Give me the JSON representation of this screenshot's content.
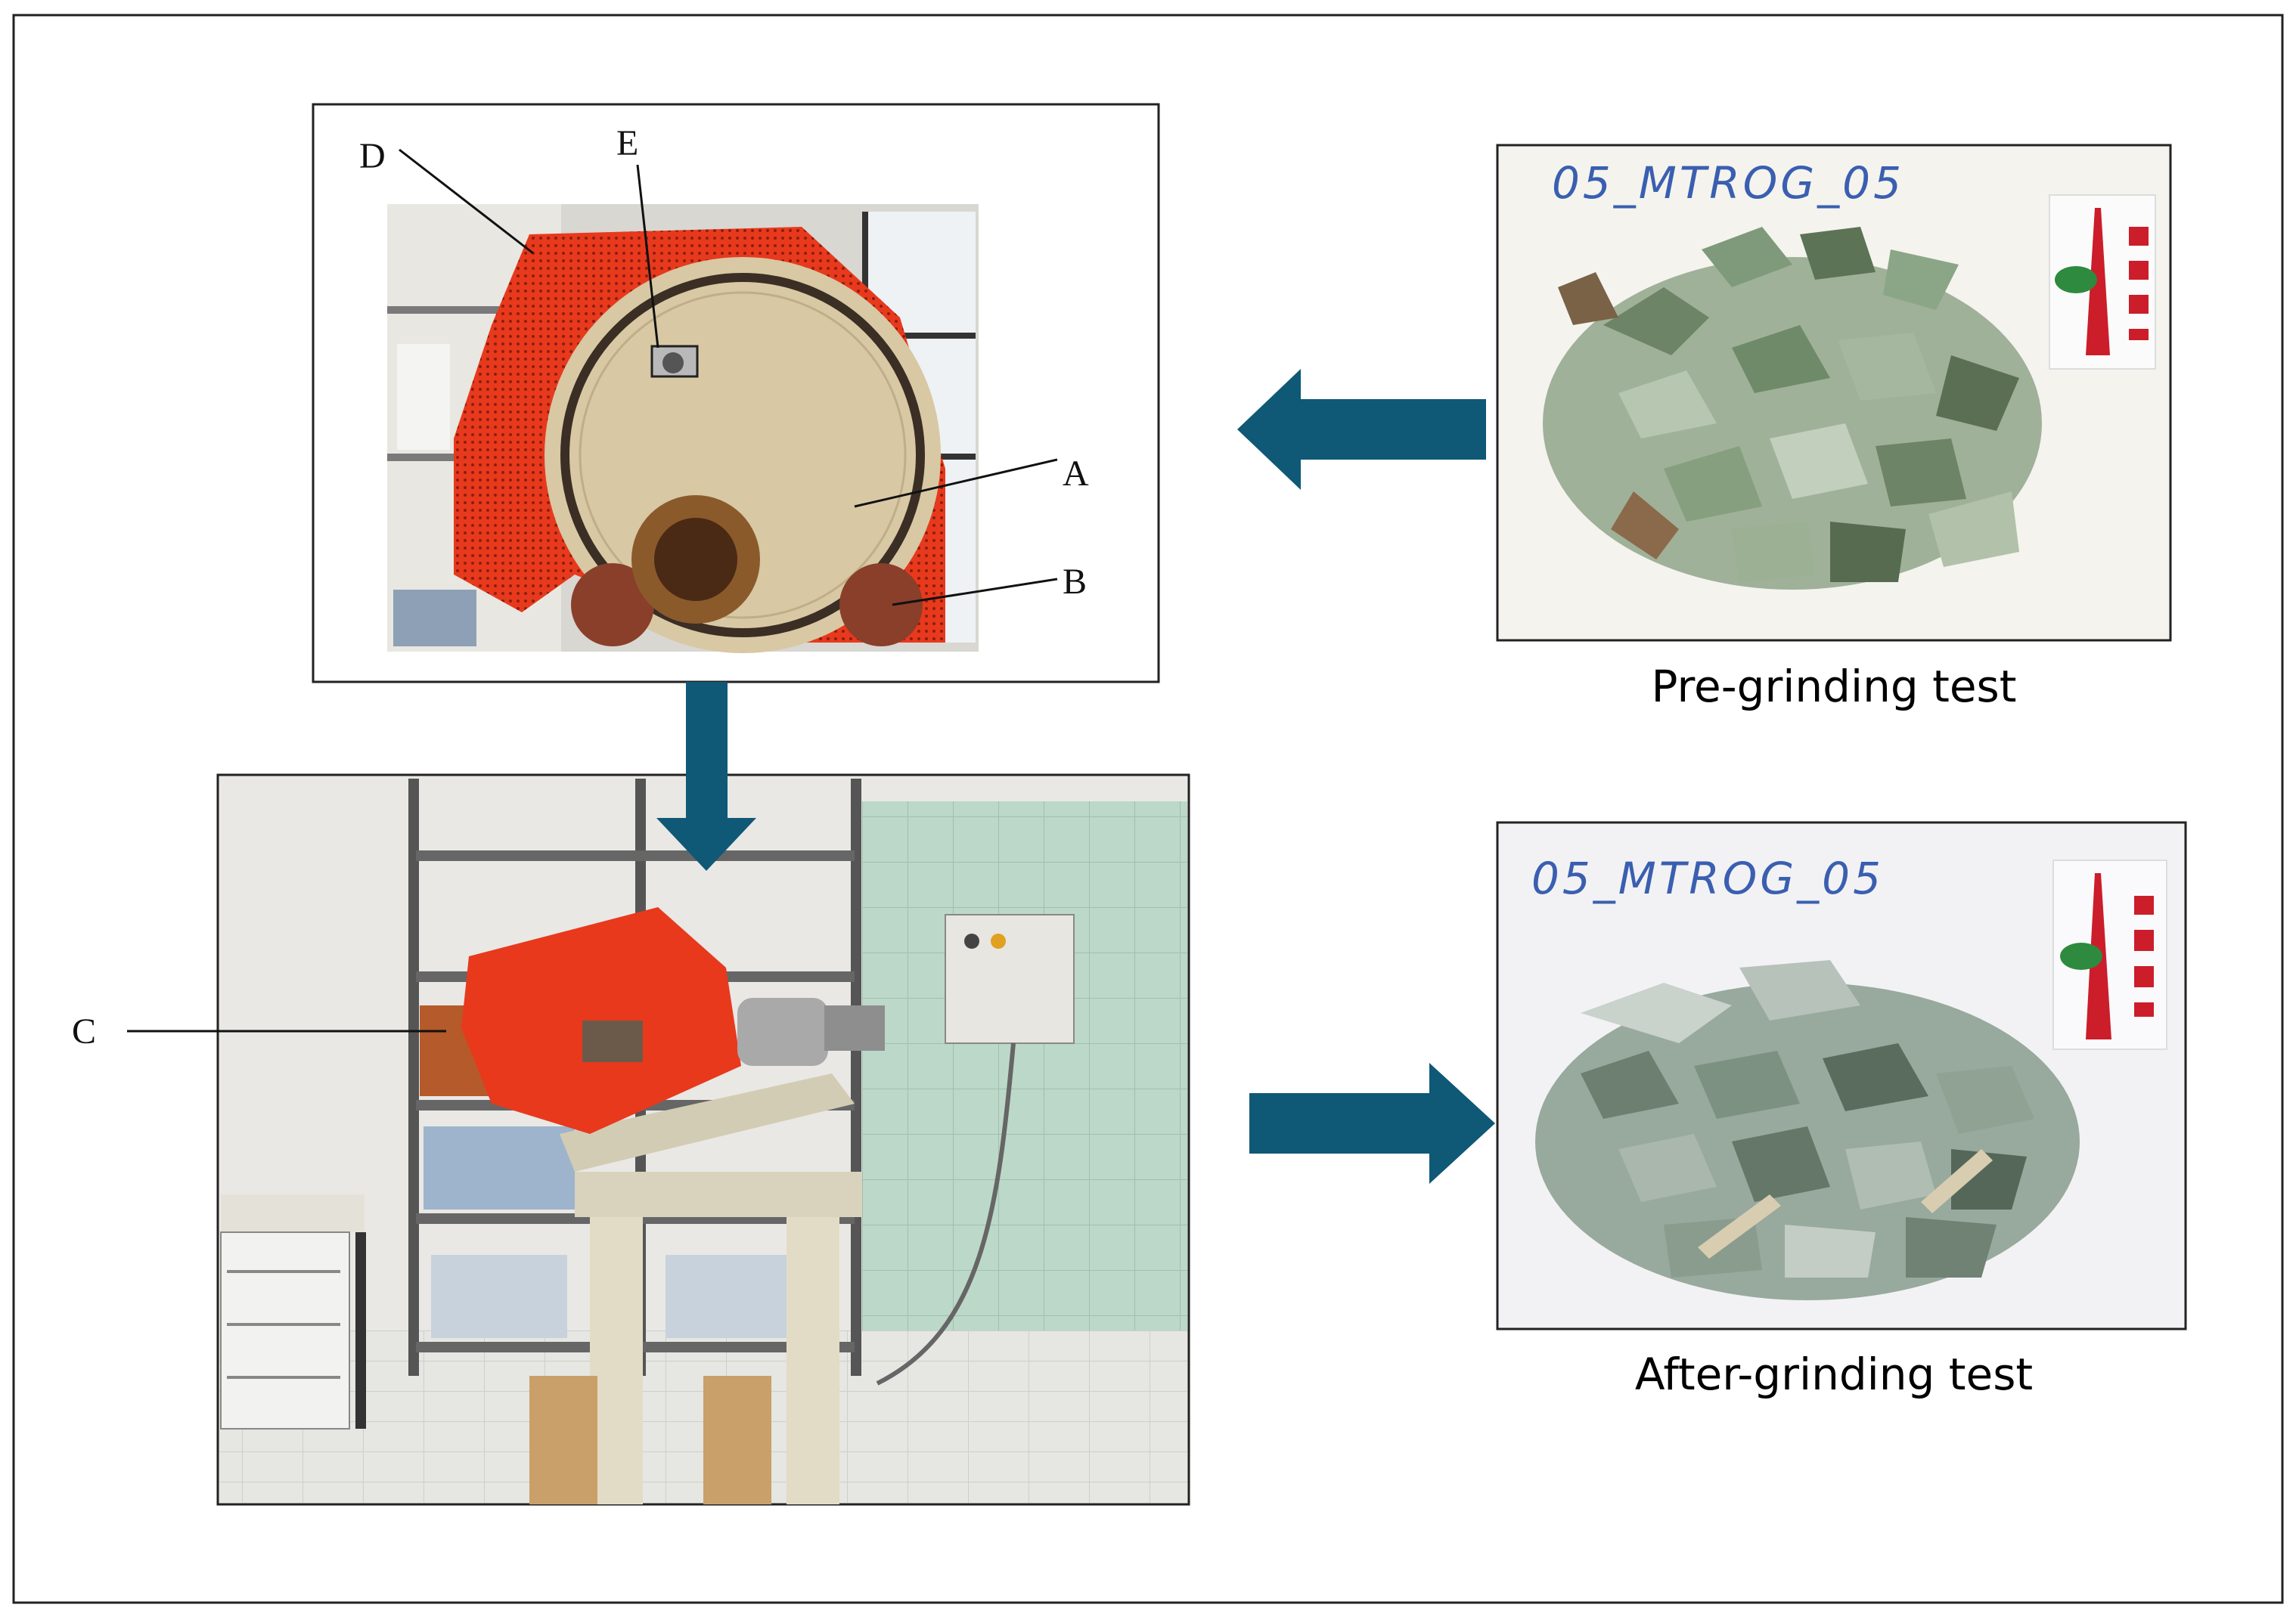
{
  "labels": {
    "A": "A",
    "B": "B",
    "C": "C",
    "D": "D",
    "E": "E"
  },
  "captions": {
    "pre": "Pre-grinding test",
    "after": "After-grinding test"
  },
  "sample_code": "05_MTROG_05",
  "colors": {
    "arrow": "#0f5876",
    "machine": "#e8391d",
    "disc": "#d8c8a4",
    "rock": "#7f9a7a",
    "wall_tile": "#bcd8c9"
  }
}
